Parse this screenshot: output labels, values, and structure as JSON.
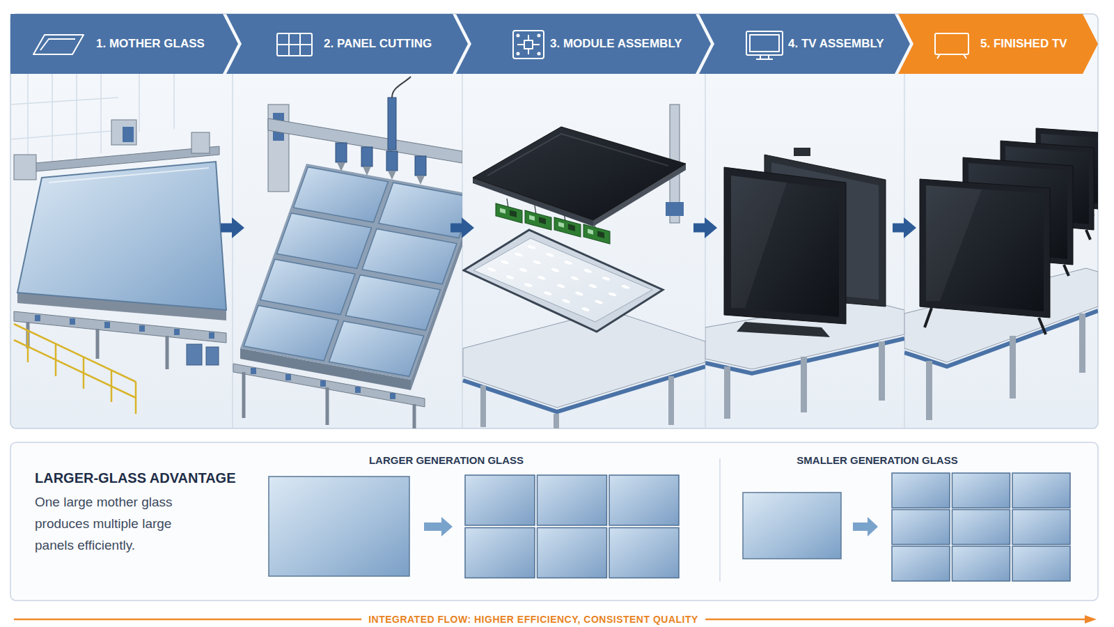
{
  "diagram": {
    "nodes": [
      {
        "text": [
          "1. MOTHER GLASS"
        ]
      },
      {
        "text": [
          "2. PANEL CUTTING"
        ]
      },
      {
        "text": [
          "3. MODULE ASSEMBLY"
        ]
      },
      {
        "text": [
          "4. TV ASSEMBLY"
        ]
      },
      {
        "text": [
          "5. FINISHED TV"
        ]
      },
      {
        "text": [
          "LARGER-GLASS ADVANTAGE",
          "One large mother glass produces multiple large panels efficiently."
        ]
      }
    ],
    "edges": [
      {
        "from": 0,
        "to": 1,
        "arrow": "to"
      },
      {
        "from": 1,
        "to": 2,
        "arrow": "to"
      },
      {
        "from": 2,
        "to": 3,
        "arrow": "to"
      },
      {
        "from": 3,
        "to": 4,
        "arrow": "to"
      }
    ],
    "labels": [
      "LARGER GENERATION GLASS",
      "SMALLER GENERATION GLASS",
      "INTEGRATED FLOW: HIGHER EFFICIENCY, CONSISTENT QUALITY"
    ]
  }
}
